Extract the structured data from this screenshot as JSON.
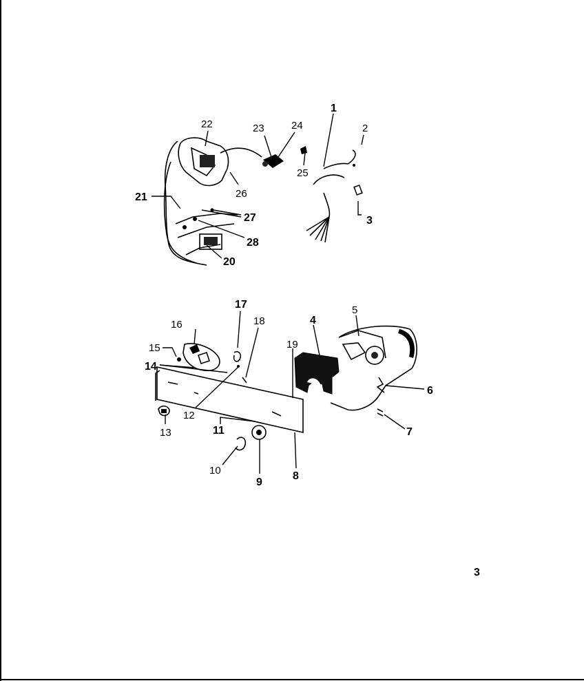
{
  "labels": {
    "p1": "1",
    "p2": "2",
    "p3": "3",
    "p4": "4",
    "p5": "5",
    "p6": "6",
    "p7": "7",
    "p8": "8",
    "p9": "9",
    "p10": "10",
    "p11": "11",
    "p12": "12",
    "p13": "13",
    "p14": "14",
    "p15": "15",
    "p16": "16",
    "p17": "17",
    "p18": "18",
    "p19": "19",
    "p20": "20",
    "p21": "21",
    "p22": "22",
    "p23": "23",
    "p24": "24",
    "p25": "25",
    "p26": "26",
    "p27": "27",
    "p28": "28"
  },
  "page_number": "3"
}
